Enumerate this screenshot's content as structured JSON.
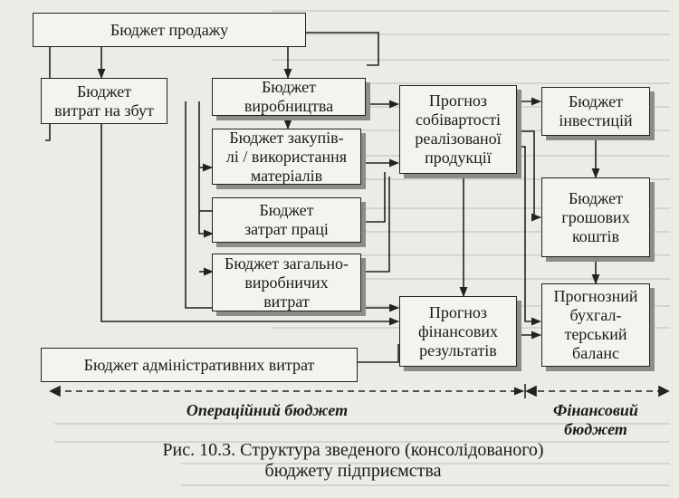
{
  "boxes": {
    "sales": "Бюджет продажу",
    "selling_costs": "Бюджет\nвитрат на збут",
    "production": "Бюджет\nвиробництва",
    "purchases": "Бюджет закупів-\nлі / використання\nматеріалів",
    "labor": "Бюджет\nзатрат праці",
    "overhead": "Бюджет загально-\nвиробничих\nвитрат",
    "cogs_forecast": "Прогноз\nсобівартості\nреалізованої\nпродукції",
    "investments": "Бюджет\nінвестицій",
    "cash": "Бюджет\nгрошових\nкоштів",
    "balance_sheet": "Прогнозний\nбухгал-\nтерський\nбаланс",
    "financial_results": "Прогноз\nфінансових\nрезультатів",
    "admin_costs": "Бюджет адміністративних витрат"
  },
  "labels": {
    "operating": "Операційний бюджет",
    "financial": "Фінансовий\nбюджет"
  },
  "caption": "Рис. 10.3. Структура зведеного (консолідованого)\nбюджету підприємства",
  "colors": {
    "line": "#222222",
    "box_bg": "#f4f3ef",
    "shadow": "#8d8c88",
    "page": "#ecebe6"
  }
}
